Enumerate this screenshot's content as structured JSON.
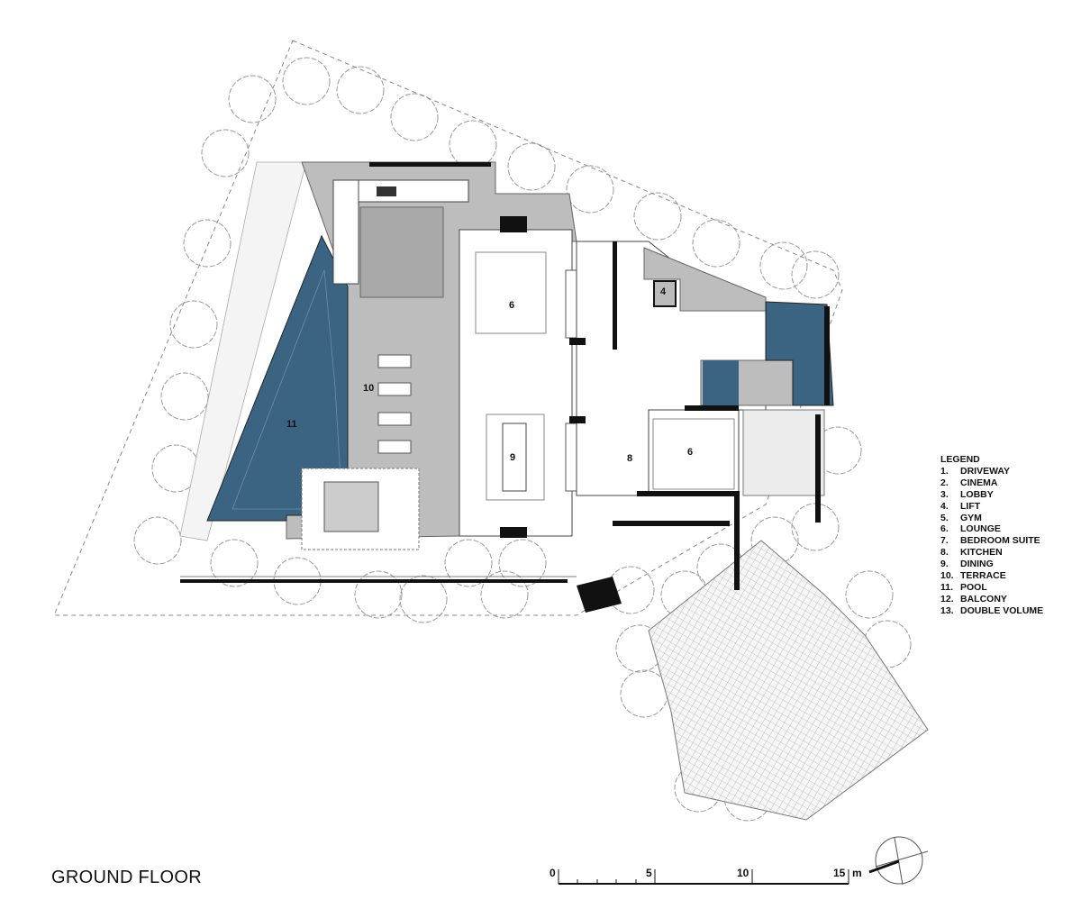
{
  "title": "GROUND FLOOR",
  "legend": {
    "heading": "LEGEND",
    "items": [
      {
        "num": "1.",
        "label": "DRIVEWAY"
      },
      {
        "num": "2.",
        "label": "CINEMA"
      },
      {
        "num": "3.",
        "label": "LOBBY"
      },
      {
        "num": "4.",
        "label": "LIFT"
      },
      {
        "num": "5.",
        "label": "GYM"
      },
      {
        "num": "6.",
        "label": "LOUNGE"
      },
      {
        "num": "7.",
        "label": "BEDROOM SUITE"
      },
      {
        "num": "8.",
        "label": "KITCHEN"
      },
      {
        "num": "9.",
        "label": "DINING"
      },
      {
        "num": "10.",
        "label": "TERRACE"
      },
      {
        "num": "11.",
        "label": "POOL"
      },
      {
        "num": "12.",
        "label": "BALCONY"
      },
      {
        "num": "13.",
        "label": "DOUBLE VOLUME"
      }
    ]
  },
  "rooms": {
    "lounge_main": "6",
    "lift": "4",
    "terrace": "10",
    "pool": "11",
    "dining": "9",
    "kitchen": "8",
    "lounge_suite": "6"
  },
  "scale": {
    "ticks": [
      "0",
      "5",
      "10",
      "15"
    ],
    "unit": "m"
  },
  "colors": {
    "pool": "#3b6483",
    "slab": "#bdbdbd",
    "wall": "#111111"
  }
}
